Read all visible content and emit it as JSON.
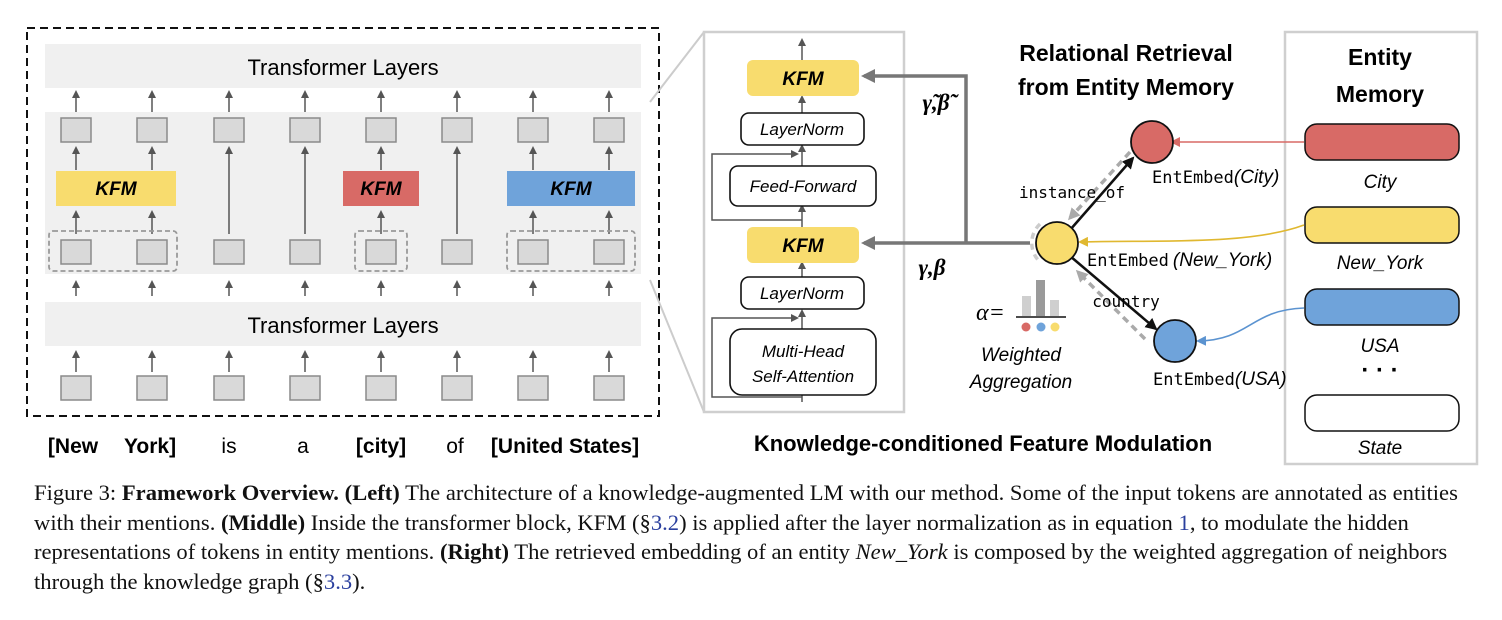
{
  "left": {
    "transformer_top": "Transformer Layers",
    "transformer_bottom": "Transformer Layers",
    "kfm_label": "KFM",
    "tokens": [
      "[New",
      "York]",
      "is",
      "a",
      "[city]",
      "of",
      "[United States]"
    ]
  },
  "middle": {
    "kfm_label": "KFM",
    "layernorm_label": "LayerNorm",
    "feed_forward_label": "Feed-Forward",
    "mhsa_line1": "Multi-Head",
    "mhsa_line2": "Self-Attention",
    "gamma_beta_tilde": "γ̃,β̃",
    "gamma_beta": "γ,β",
    "title": "Knowledge-conditioned  Feature Modulation"
  },
  "right": {
    "retrieval_title_line1": "Relational Retrieval",
    "retrieval_title_line2": "from Entity Memory",
    "memory_title_line1": "Entity",
    "memory_title_line2": "Memory",
    "memory_items": [
      "City",
      "New_York",
      "USA",
      "· · ·",
      "State"
    ],
    "relation_instance_of": "instance_of",
    "relation_country": "country",
    "entembed_city_prefix": "EntEmbed",
    "entembed_city_arg": "(City)",
    "entembed_ny_prefix": "EntEmbed",
    "entembed_ny_arg": "(New_York)",
    "entembed_usa_prefix": "EntEmbed",
    "entembed_usa_arg": "(USA)",
    "alpha": "α=",
    "weighted_line1": "Weighted",
    "weighted_line2": "Aggregation"
  },
  "colors": {
    "yellow": "#f8dc6e",
    "red": "#d86a66",
    "blue": "#6fa3da",
    "gray_box": "#d9d9d9",
    "panel": "#f0f0f0"
  },
  "caption": {
    "fig_label": "Figure 3:",
    "bold_title": "Framework Overview.",
    "left_tag": "(Left)",
    "seg1": "The architecture of a knowledge-augmented LM with our method. Some of the input tokens are annotated as entities with their mentions.",
    "middle_tag": "(Middle)",
    "seg2a": "Inside the transformer block, KFM (§",
    "ref1": "3.2",
    "seg2b": ") is applied after the layer normalization as in equation",
    "ref2": "1",
    "seg2c": ", to modulate the hidden representations of tokens in entity mentions.",
    "right_tag": "(Right)",
    "seg3a": "The retrieved embedding of an entity",
    "seg3_entity": "New_York",
    "seg3b": "is composed by the weighted aggregation of neighbors through the knowledge graph (§",
    "ref3": "3.3",
    "seg3c": ")."
  }
}
